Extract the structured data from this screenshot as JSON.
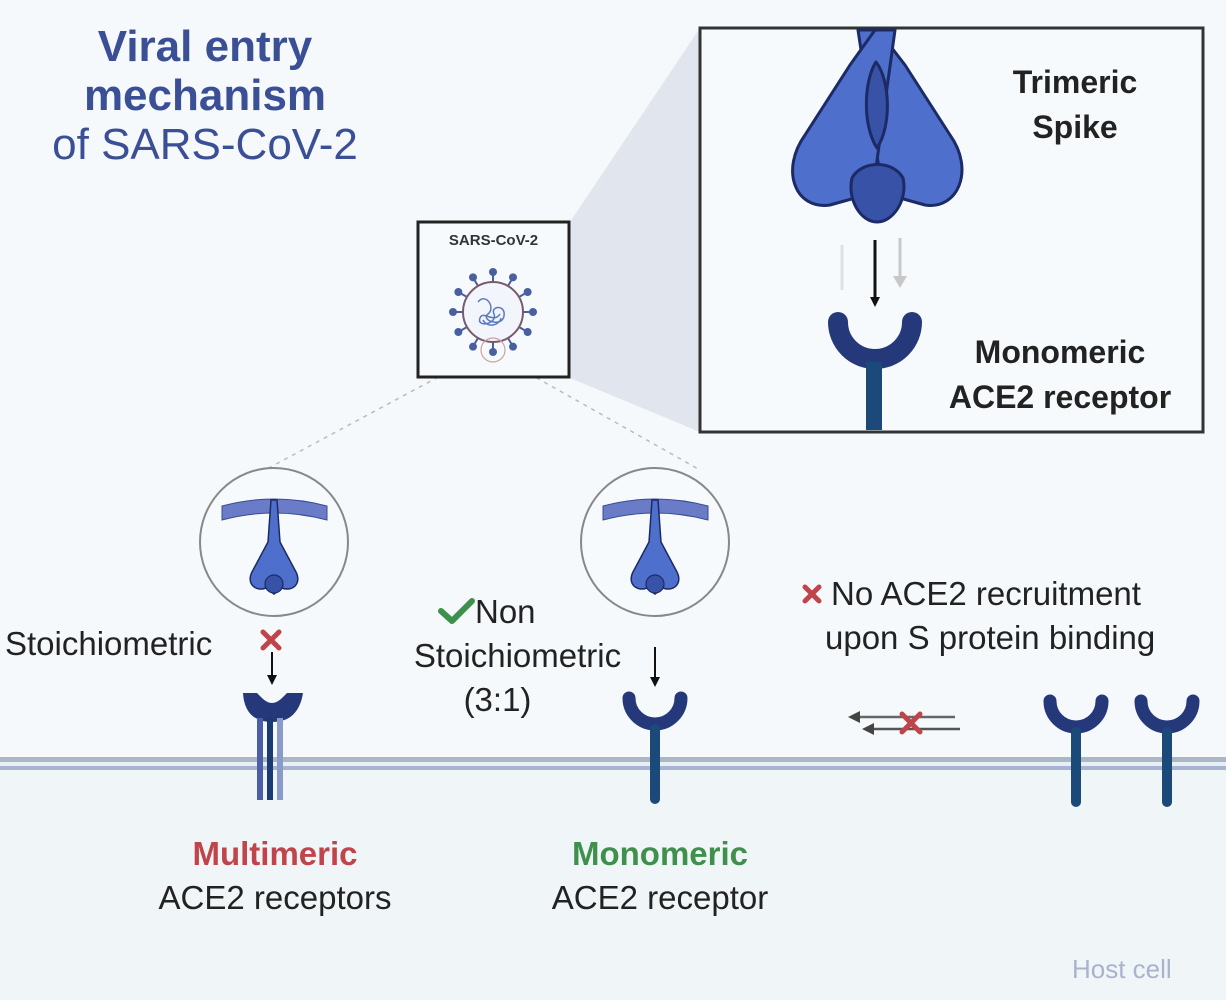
{
  "title": {
    "line1": "Viral entry",
    "line2": "mechanism",
    "line3": "of SARS-CoV-2"
  },
  "virus_box": {
    "label": "SARS-CoV-2",
    "icon": "virus-icon"
  },
  "zoom_panel": {
    "spike_label_line1": "Trimeric",
    "spike_label_line2": "Spike",
    "receptor_label_line1": "Monomeric",
    "receptor_label_line2": "ACE2 receptor"
  },
  "scenarios": [
    {
      "id": "stoichiometric",
      "status_icon": "cross-icon",
      "label": "Stoichiometric",
      "caption_highlight": "Multimeric",
      "caption_rest": "ACE2 receptors",
      "highlight_color": "#c0454b"
    },
    {
      "id": "non-stoichiometric",
      "status_icon": "check-icon",
      "label_line1": "Non",
      "label_line2": "Stoichiometric",
      "label_line3": "(3:1)",
      "caption_highlight": "Monomeric",
      "caption_rest": "ACE2 receptor",
      "highlight_color": "#3f8f4d"
    },
    {
      "id": "no-recruitment",
      "status_icon": "cross-icon",
      "label_line1": "No ACE2 recruitment",
      "label_line2": "upon S protein binding"
    }
  ],
  "region_label": "Host cell",
  "colors": {
    "spike_blue": "#4f6fcc",
    "spike_dark": "#3852a8",
    "receptor_navy": "#25397a",
    "receptor_stem": "#1b4a7a",
    "title_blue": "#3a4f95",
    "membrane": "#a9b8c8",
    "cross_red": "#c0454b",
    "check_green": "#3f8f4d"
  }
}
